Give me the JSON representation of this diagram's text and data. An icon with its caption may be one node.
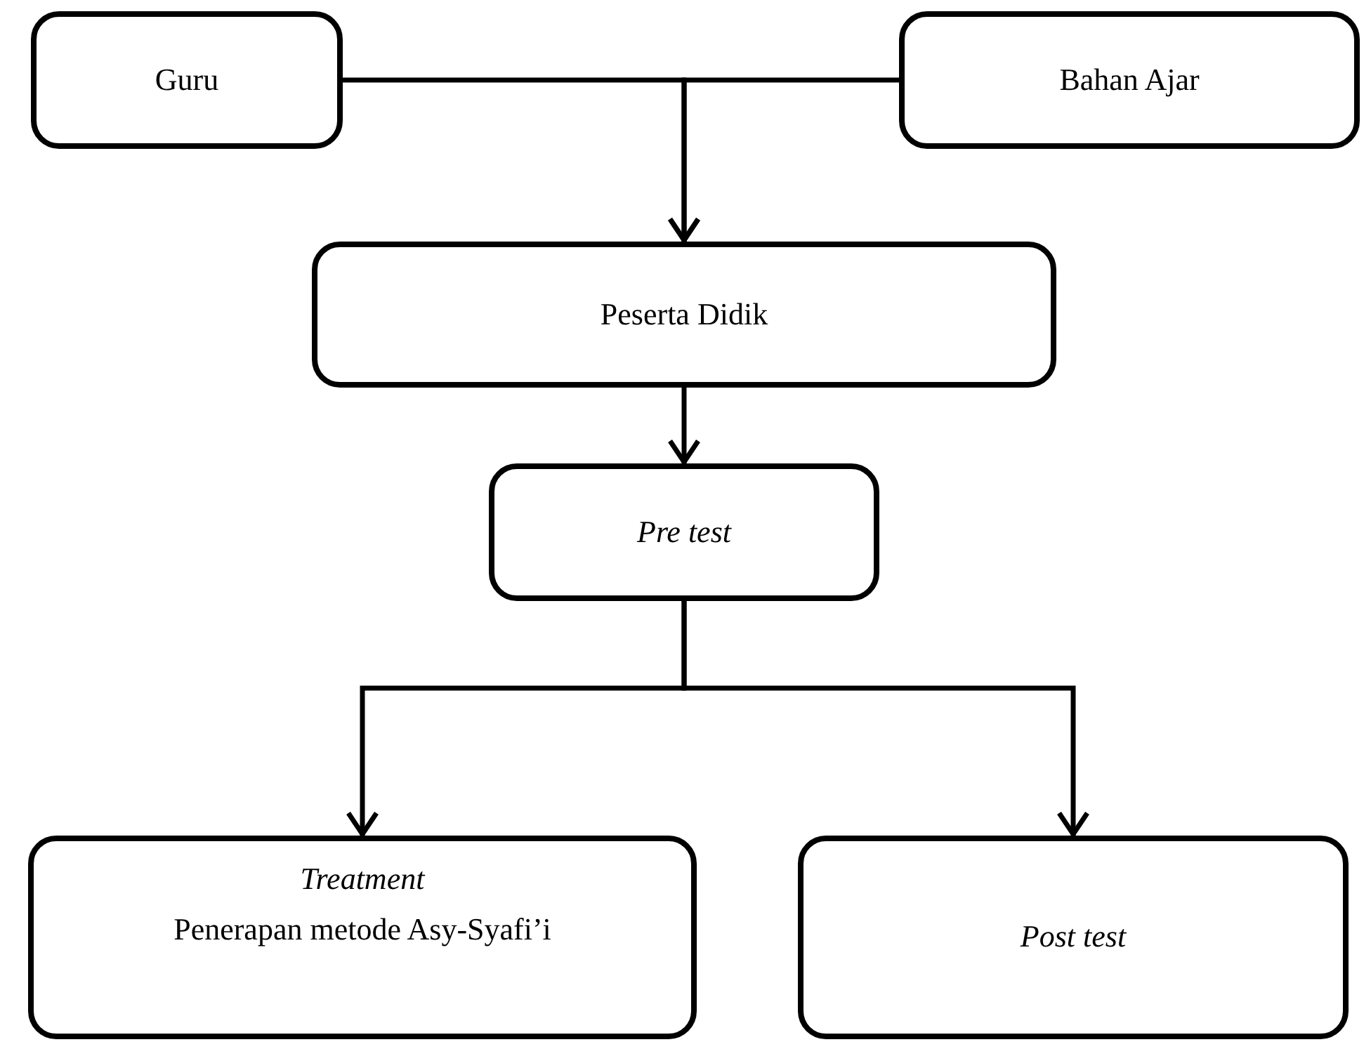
{
  "diagram": {
    "nodes": [
      {
        "text": [
          "Guru"
        ]
      },
      {
        "text": [
          "Bahan Ajar"
        ]
      },
      {
        "text": [
          "Peserta Didik"
        ]
      },
      {
        "text": [
          "Pre test"
        ]
      },
      {
        "text": [
          "Treatment",
          "Penerapan metode Asy-Syafi’i"
        ]
      },
      {
        "text": [
          "Post test"
        ]
      }
    ],
    "edges": [
      {
        "from": 0,
        "to": 2,
        "arrow": "to"
      },
      {
        "from": 1,
        "to": 2,
        "arrow": "to"
      },
      {
        "from": 2,
        "to": 3,
        "arrow": "to"
      },
      {
        "from": 3,
        "to": 4,
        "arrow": "to"
      },
      {
        "from": 3,
        "to": 5,
        "arrow": "to"
      }
    ]
  }
}
